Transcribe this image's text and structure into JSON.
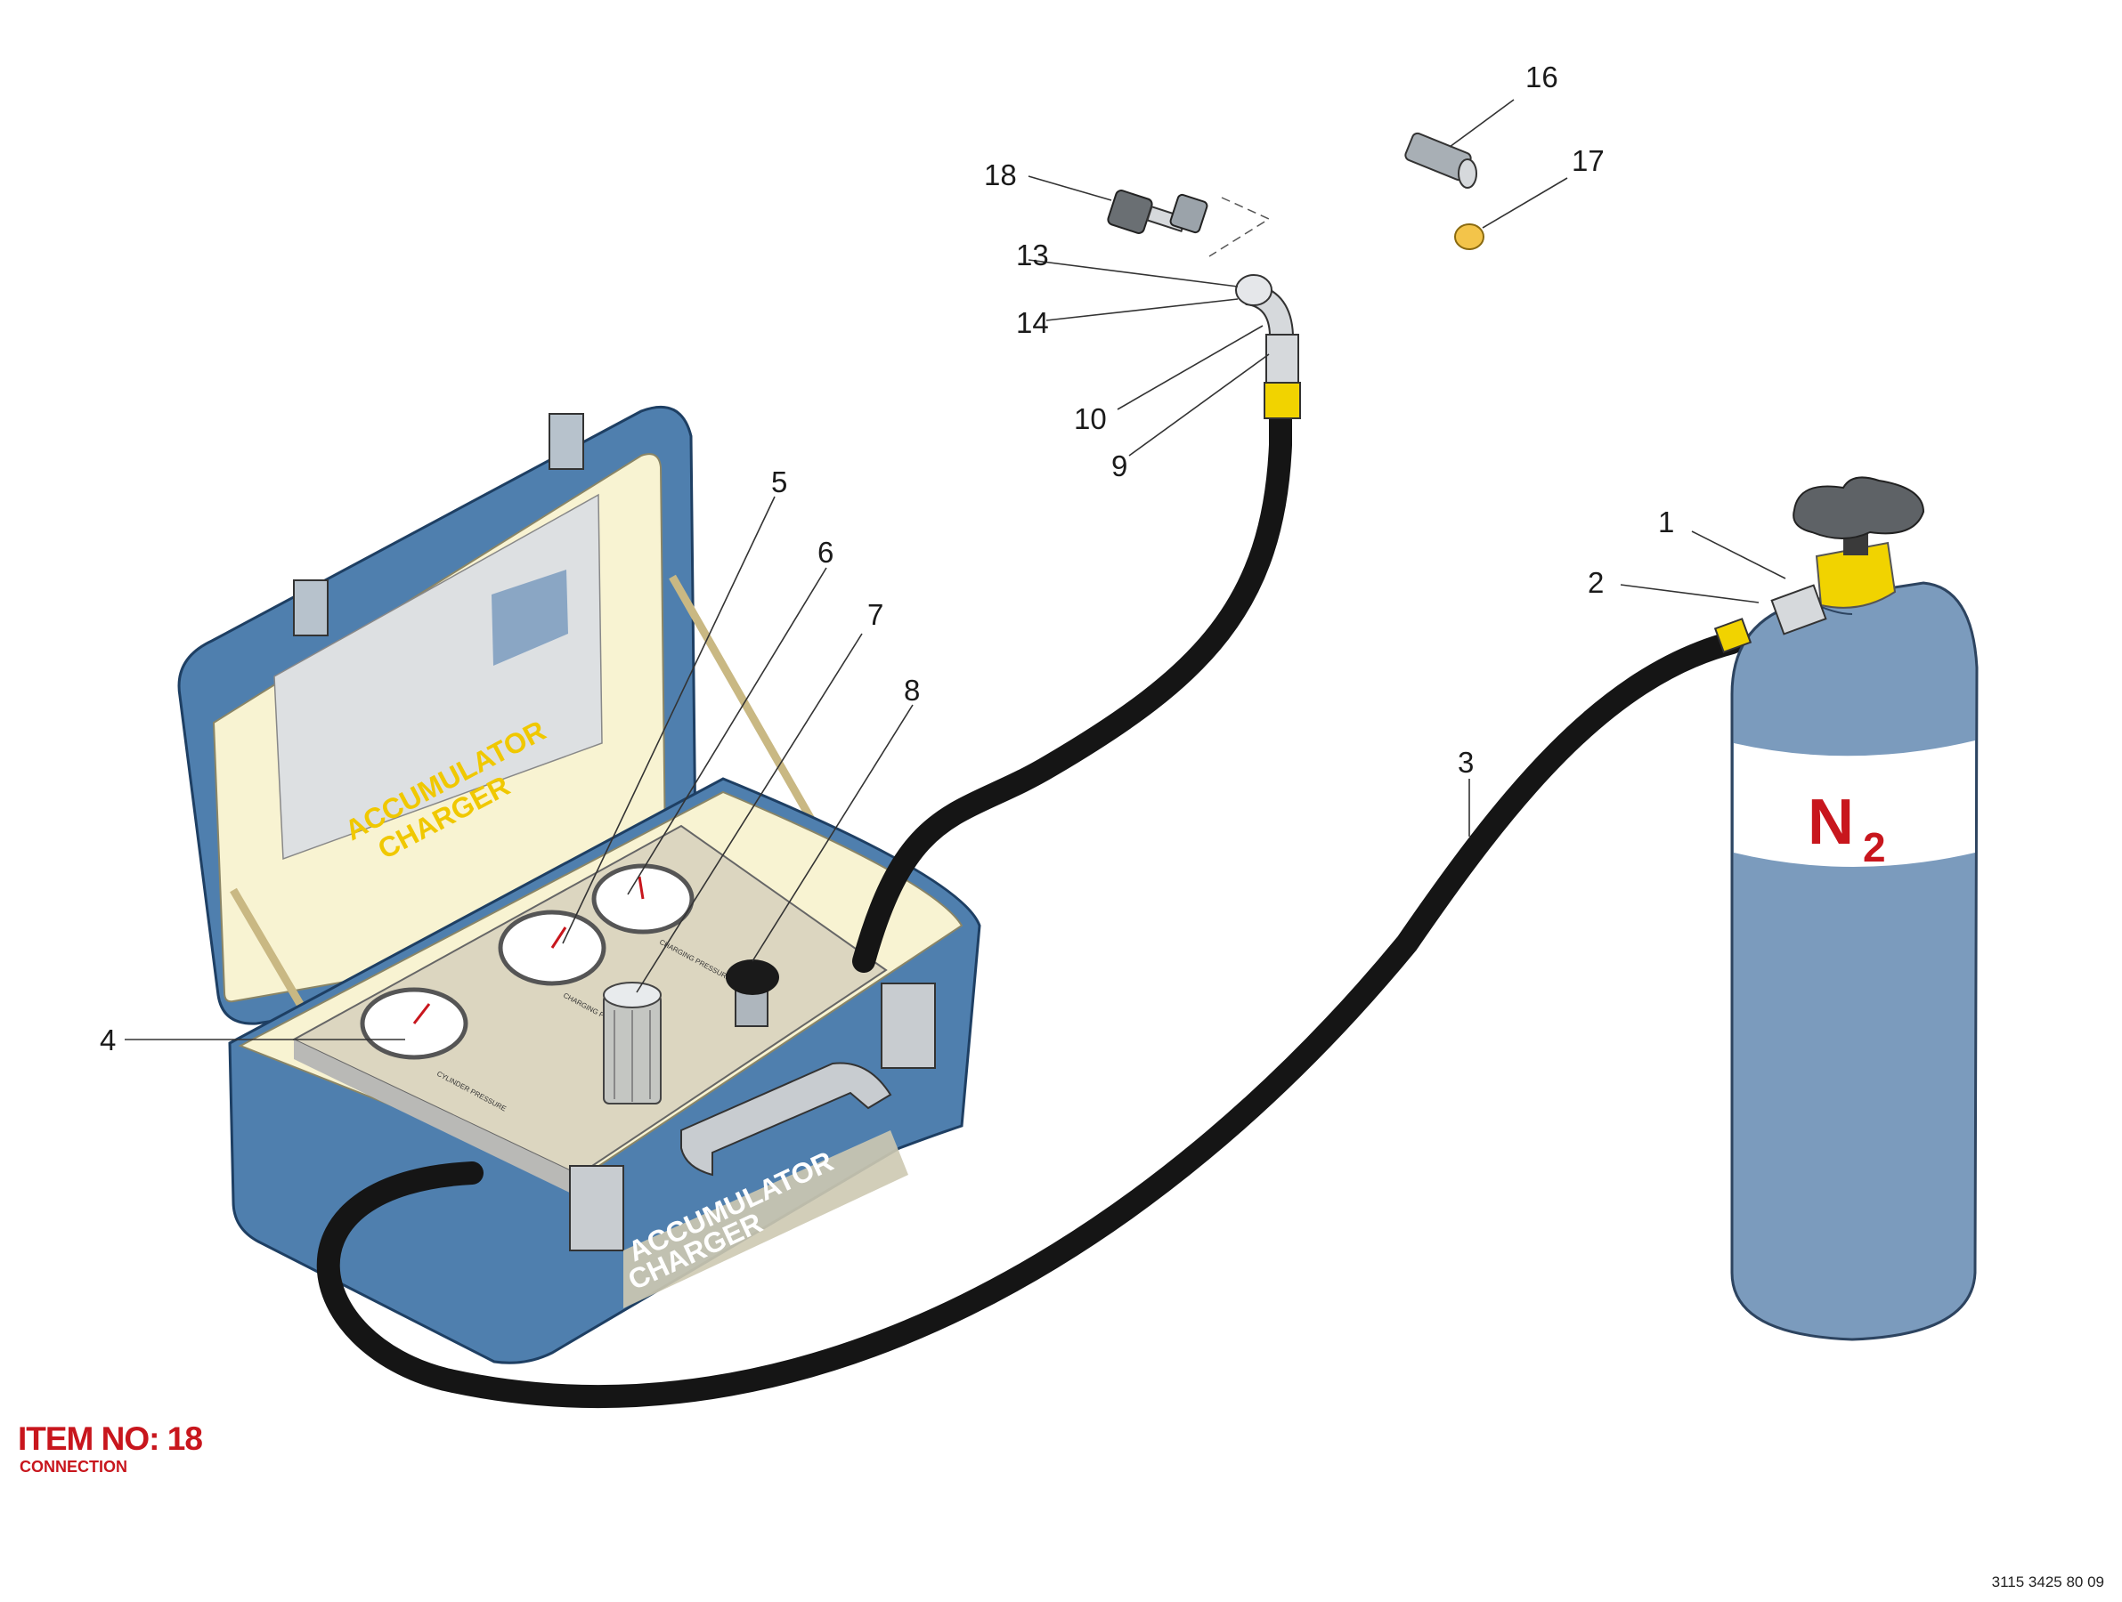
{
  "item": {
    "title": "ITEM NO: 18",
    "subtitle": "CONNECTION"
  },
  "document_number": "3115 3425 80 09",
  "case": {
    "lid_label_line1": "ACCUMULATOR",
    "lid_label_line2": "CHARGER",
    "front_label_line1": "ACCUMULATOR",
    "front_label_line2": "CHARGER",
    "gauge_left_label": "CYLINDER PRESSURE",
    "gauge_middle_label": "CHARGING PRESSURE",
    "gauge_right_label": "CHARGING PRESSURE"
  },
  "cylinder": {
    "label_main": "N",
    "label_sub": "2"
  },
  "callouts": [
    "1",
    "2",
    "3",
    "4",
    "5",
    "6",
    "7",
    "8",
    "9",
    "10",
    "13",
    "14",
    "16",
    "17",
    "18"
  ],
  "colors": {
    "case_blue": "#4f7fae",
    "case_inner": "#f8f3d2",
    "panel": "#dcd6c0",
    "cylinder": "#7b9bbd",
    "valve_yellow": "#f1d300",
    "hose": "#151515",
    "label_red": "#c8161d",
    "lid_text": "#f0c800"
  }
}
